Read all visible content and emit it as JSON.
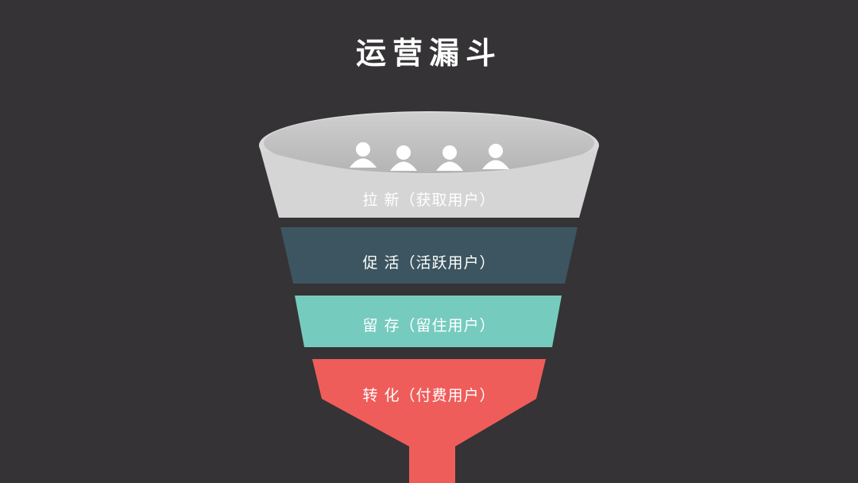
{
  "title": "运营漏斗",
  "stages": [
    {
      "label": "拉 新（获取用户）",
      "color": "#d5d5d5"
    },
    {
      "label": "促 活（活跃用户）",
      "color": "#3c5560"
    },
    {
      "label": "留 存（留住用户）",
      "color": "#76cbbf"
    },
    {
      "label": "转 化（付费用户）",
      "color": "#ef5d5b"
    }
  ],
  "background": "#353335"
}
